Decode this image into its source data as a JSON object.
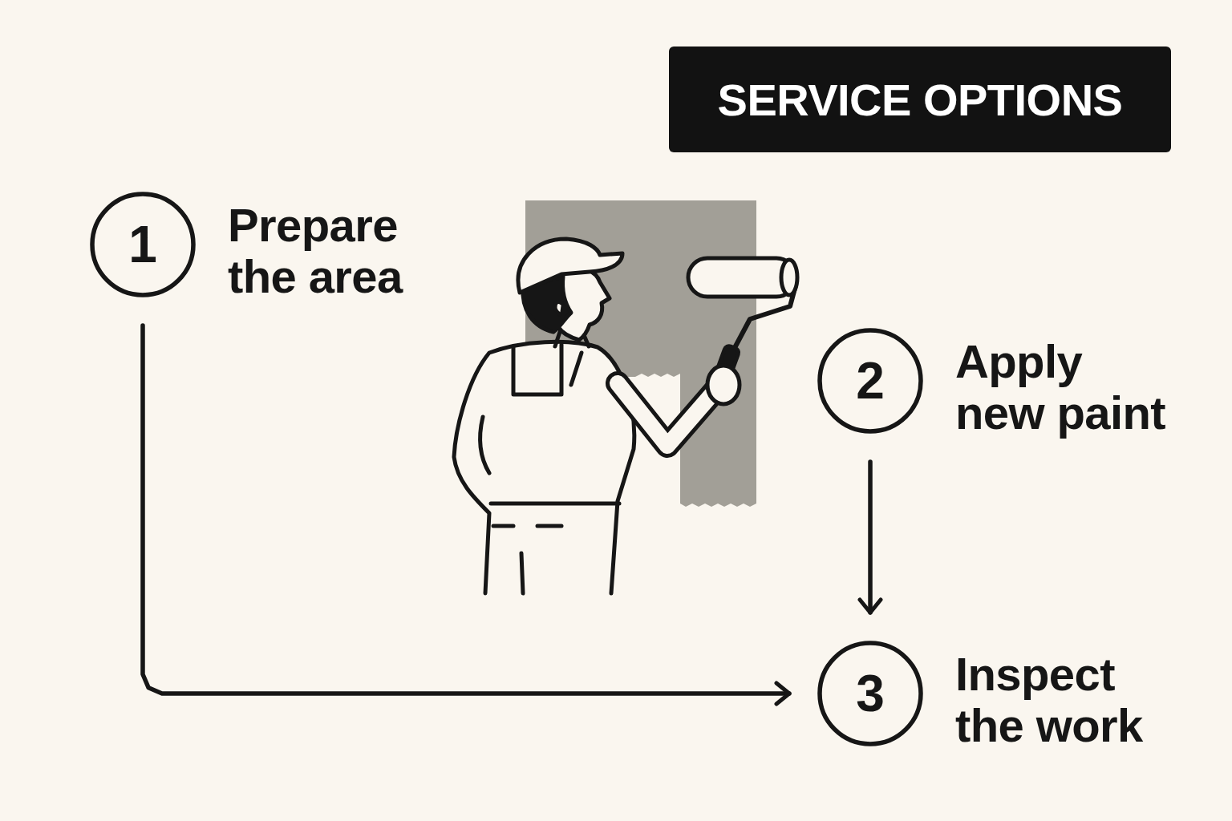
{
  "diagram": {
    "title": "SERVICE OPTIONS",
    "nodes": [
      {
        "text": [
          "1",
          "Prepare the area"
        ]
      },
      {
        "text": [
          "2",
          "Apply new paint"
        ]
      },
      {
        "text": [
          "3",
          "Inspect the work"
        ]
      }
    ],
    "edges": [
      {
        "from": 0,
        "to": 2,
        "arrow": "to"
      },
      {
        "from": 1,
        "to": 2,
        "arrow": "to"
      }
    ]
  }
}
